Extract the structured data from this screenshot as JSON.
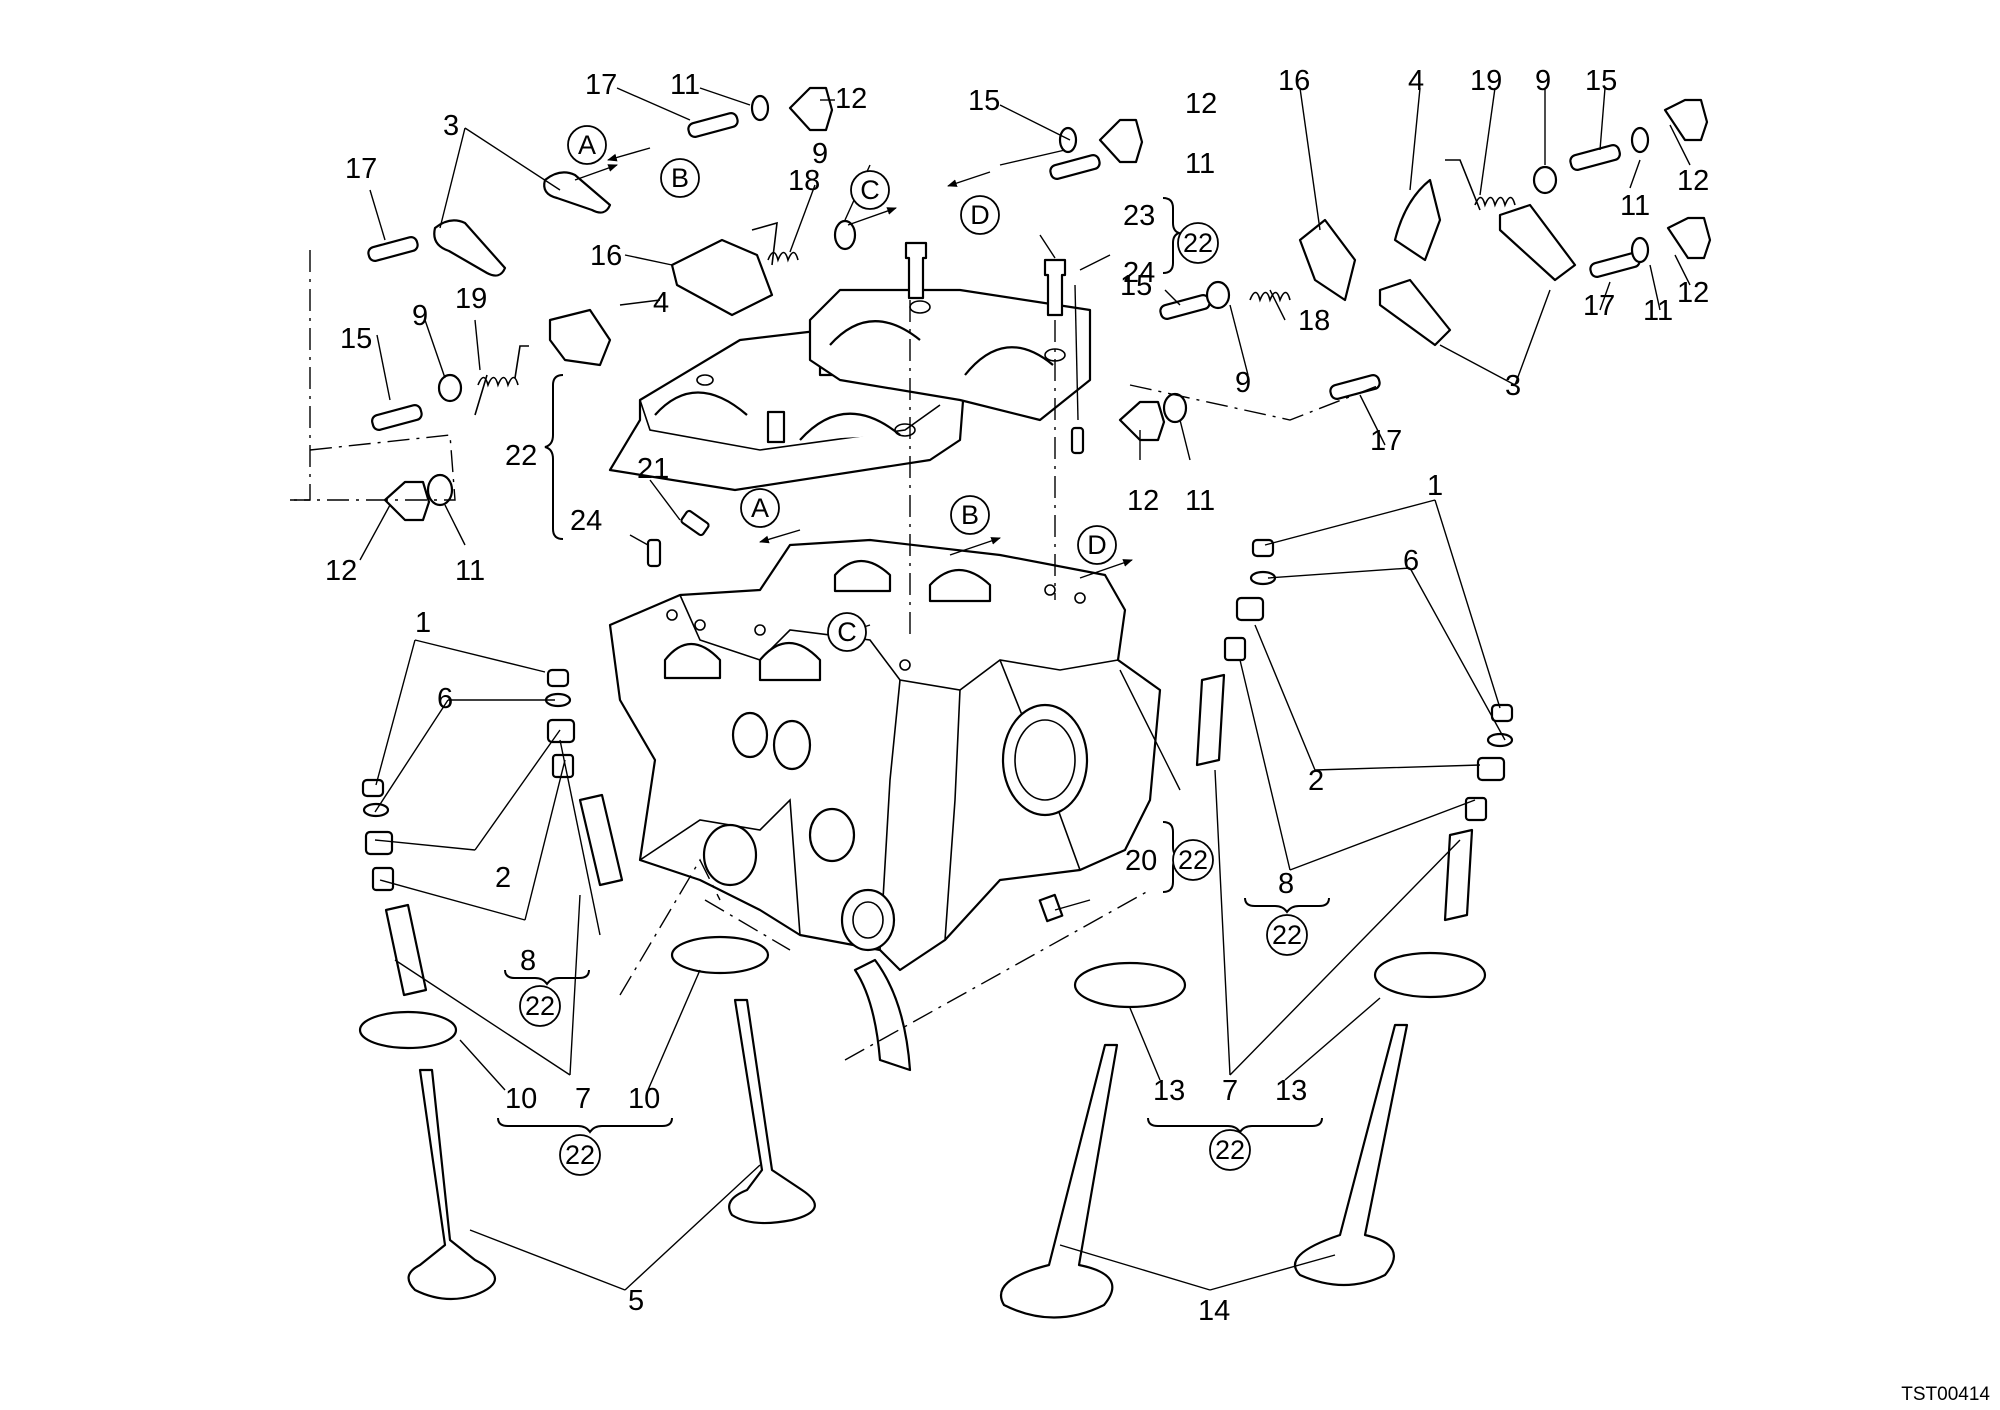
{
  "figure_code": "TST00414",
  "group_ref": "22",
  "arrow_refs": [
    "A",
    "B",
    "C",
    "D"
  ],
  "callouts": {
    "n1": "1",
    "n2": "2",
    "n3": "3",
    "n4": "4",
    "n5": "5",
    "n6": "6",
    "n7": "7",
    "n8": "8",
    "n9": "9",
    "n10": "10",
    "n11": "11",
    "n12": "12",
    "n13": "13",
    "n14": "14",
    "n15": "15",
    "n16": "16",
    "n17": "17",
    "n18": "18",
    "n19": "19",
    "n20": "20",
    "n21": "21",
    "n22": "22",
    "n23": "23",
    "n24": "24"
  }
}
